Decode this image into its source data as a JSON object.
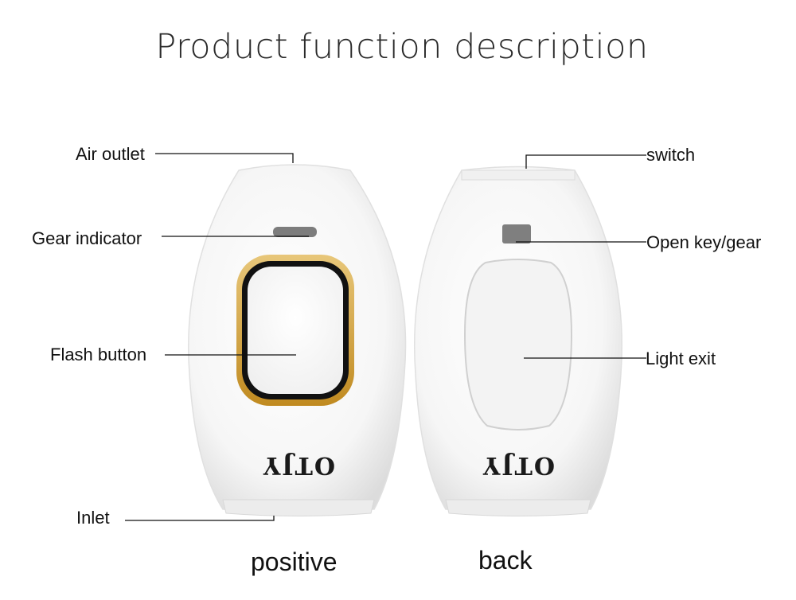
{
  "title": "Product function description",
  "front": {
    "caption": "positive",
    "brand": "OTJY",
    "labels": {
      "air_outlet": "Air outlet",
      "gear_indicator": "Gear indicator",
      "flash_button": "Flash button",
      "inlet": "Inlet"
    }
  },
  "back": {
    "caption": "back",
    "brand": "OTJY",
    "labels": {
      "switch": "switch",
      "open_key": "Open key/gear",
      "light_exit": "Light exit"
    }
  },
  "colors": {
    "device_body": "#f7f7f7",
    "device_shadow": "#d9d9d9",
    "button_ring_gold": "#c9962e",
    "button_ring_dark": "#111111",
    "indicator": "#7d7d7d"
  }
}
